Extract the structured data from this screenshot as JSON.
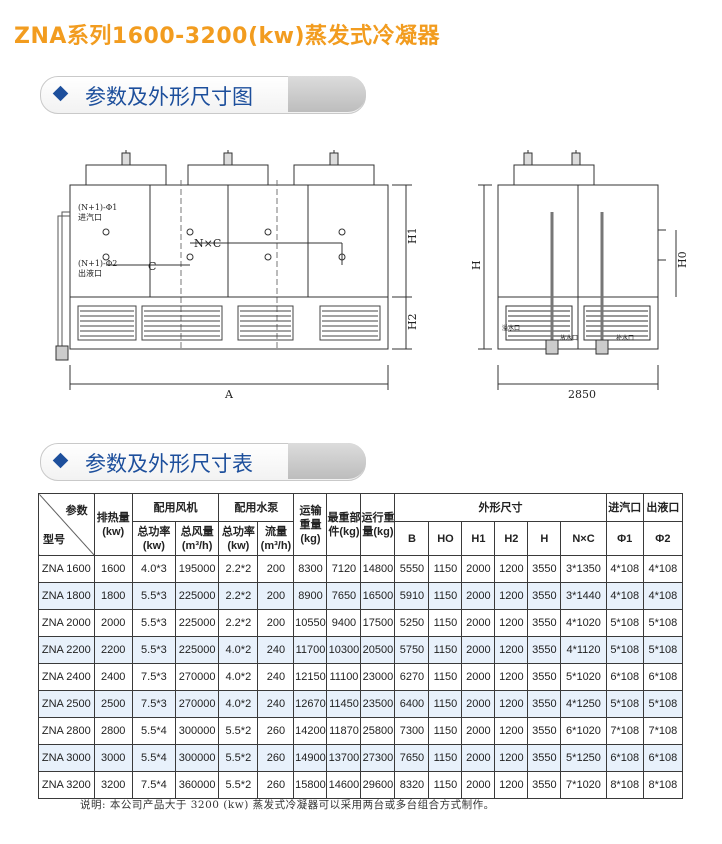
{
  "page_title": "ZNA系列1600-3200(kw)蒸发式冷凝器",
  "section1": {
    "label": "参数及外形尺寸图"
  },
  "section2": {
    "label": "参数及外形尺寸表"
  },
  "drawing_labels": {
    "inlet": "(N+1)-Φ1\n进汽口",
    "outlet": "(N+1)-Φ2\n出液口",
    "nxc": "N×C",
    "c": "C",
    "a": "A",
    "h1": "H1",
    "h2": "H2",
    "h": "H",
    "h0": "H0",
    "width": "2850",
    "small1": "溢水口",
    "small2": "放水口",
    "small3": "补水口"
  },
  "table": {
    "head": {
      "diag_top": "参数",
      "diag_bottom": "型号",
      "heat": "排热量(kw)",
      "fan": "配用风机",
      "fan_power": "总功率(kw)",
      "fan_air": "总风量(m³/h)",
      "pump": "配用水泵",
      "pump_power": "总功率(kw)",
      "pump_flow": "流量(m³/h)",
      "ship_weight": "运输重量(kg)",
      "max_part": "最重部件(kg)",
      "run_weight": "运行重量(kg)",
      "dims": "外形尺寸",
      "b": "B",
      "ho": "HO",
      "h1": "H1",
      "h2": "H2",
      "h": "H",
      "nxc": "N×C",
      "inlet": "进汽口",
      "outlet": "出液口",
      "phi1": "Φ1",
      "phi2": "Φ2"
    },
    "rows": [
      [
        "ZNA 1600",
        "1600",
        "4.0*3",
        "195000",
        "2.2*2",
        "200",
        "8300",
        "7120",
        "14800",
        "5550",
        "1150",
        "2000",
        "1200",
        "3550",
        "3*1350",
        "4*108",
        "4*108"
      ],
      [
        "ZNA 1800",
        "1800",
        "5.5*3",
        "225000",
        "2.2*2",
        "200",
        "8900",
        "7650",
        "16500",
        "5910",
        "1150",
        "2000",
        "1200",
        "3550",
        "3*1440",
        "4*108",
        "4*108"
      ],
      [
        "ZNA 2000",
        "2000",
        "5.5*3",
        "225000",
        "2.2*2",
        "200",
        "10550",
        "9400",
        "17500",
        "5250",
        "1150",
        "2000",
        "1200",
        "3550",
        "4*1020",
        "5*108",
        "5*108"
      ],
      [
        "ZNA 2200",
        "2200",
        "5.5*3",
        "225000",
        "4.0*2",
        "240",
        "11700",
        "10300",
        "20500",
        "5750",
        "1150",
        "2000",
        "1200",
        "3550",
        "4*1120",
        "5*108",
        "5*108"
      ],
      [
        "ZNA 2400",
        "2400",
        "7.5*3",
        "270000",
        "4.0*2",
        "240",
        "12150",
        "11100",
        "23000",
        "6270",
        "1150",
        "2000",
        "1200",
        "3550",
        "5*1020",
        "6*108",
        "6*108"
      ],
      [
        "ZNA 2500",
        "2500",
        "7.5*3",
        "270000",
        "4.0*2",
        "240",
        "12670",
        "11450",
        "23500",
        "6400",
        "1150",
        "2000",
        "1200",
        "3550",
        "4*1250",
        "5*108",
        "5*108"
      ],
      [
        "ZNA 2800",
        "2800",
        "5.5*4",
        "300000",
        "5.5*2",
        "260",
        "14200",
        "11870",
        "25800",
        "7300",
        "1150",
        "2000",
        "1200",
        "3550",
        "6*1020",
        "7*108",
        "7*108"
      ],
      [
        "ZNA 3000",
        "3000",
        "5.5*4",
        "300000",
        "5.5*2",
        "260",
        "14900",
        "13700",
        "27300",
        "7650",
        "1150",
        "2000",
        "1200",
        "3550",
        "5*1250",
        "6*108",
        "6*108"
      ],
      [
        "ZNA 3200",
        "3200",
        "7.5*4",
        "360000",
        "5.5*2",
        "260",
        "15800",
        "14600",
        "29600",
        "8320",
        "1150",
        "2000",
        "1200",
        "3550",
        "7*1020",
        "8*108",
        "8*108"
      ]
    ]
  },
  "note": "说明: 本公司产品大于 3200 (kw) 蒸发式冷凝器可以采用两台或多台组合方式制作。",
  "colors": {
    "title": "#f29c1f",
    "heading": "#1d4f9c",
    "row_alt": "#e8f1fb"
  }
}
